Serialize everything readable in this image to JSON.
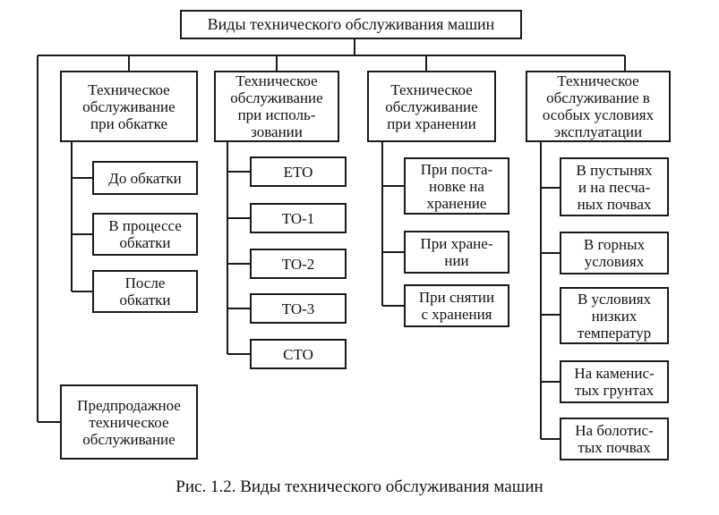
{
  "title": "Виды технического обслуживания машин",
  "categories": [
    {
      "label": "Техническое\nобслуживание\nпри обкатке",
      "items": [
        "До обкатки",
        "В процессе\nобкатки",
        "После\nобкатки"
      ]
    },
    {
      "label": "Техническое\nобслуживание\nпри исполь-\nзовании",
      "items": [
        "ЕТО",
        "ТО-1",
        "ТО-2",
        "ТО-3",
        "СТО"
      ]
    },
    {
      "label": "Техническое\nобслуживание\nпри хранении",
      "items": [
        "При поста-\nновке на\nхранение",
        "При хране-\nнии",
        "При снятии\nс хранения"
      ]
    },
    {
      "label": "Техническое\nобслуживание в\nособых условиях\nэксплуатации",
      "items": [
        "В пустынях\nи на песча-\nных почвах",
        "В горных\nусловиях",
        "В условиях\nнизких\nтемператур",
        "На каменис-\nтых грунтах",
        "На болотис-\nтых почвах"
      ]
    }
  ],
  "presale": "Предпродажное\nтехническое\nобслуживание",
  "caption": "Рис. 1.2. Виды технического обслуживания машин"
}
